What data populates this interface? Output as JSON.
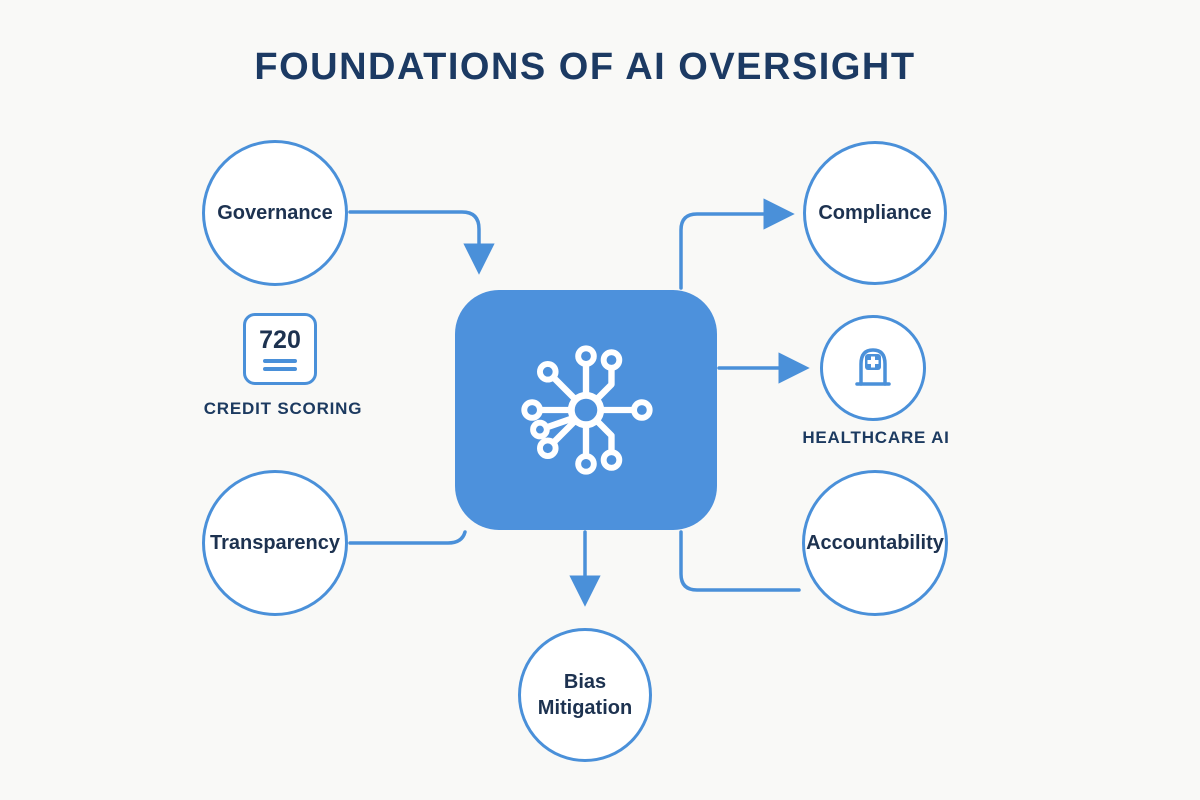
{
  "title": "FOUNDATIONS OF AI OVERSIGHT",
  "colors": {
    "accent_blue": "#4a90d9",
    "box_blue": "#4d91dc",
    "navy_text": "#1c3a63",
    "label_text": "#1d3250",
    "background": "#f9f9f7"
  },
  "nodes": {
    "governance": {
      "label": "Governance"
    },
    "compliance": {
      "label": "Compliance"
    },
    "transparency": {
      "label": "Transparency"
    },
    "accountability": {
      "label": "Accountability"
    },
    "bias_mitigation": {
      "label_line1": "Bias",
      "label_line2": "Mitigation"
    }
  },
  "use_cases": {
    "credit_scoring": {
      "score": "720",
      "label": "CREDIT SCORING"
    },
    "healthcare": {
      "label": "HEALTHCARE AI"
    }
  }
}
